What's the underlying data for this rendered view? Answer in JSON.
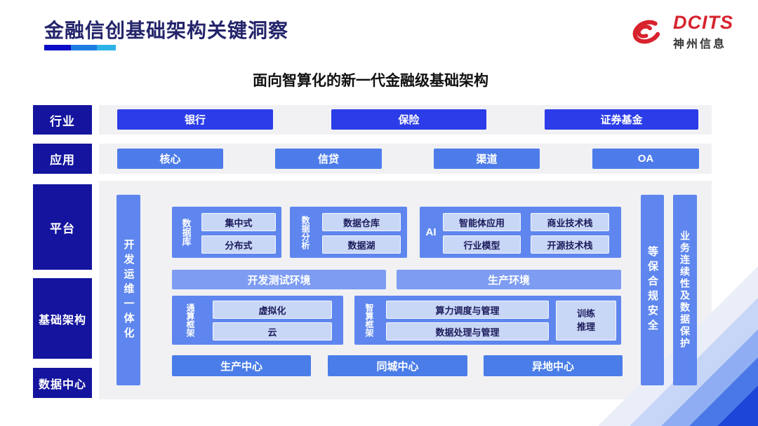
{
  "header": {
    "title": "金融信创基础架构关键洞察",
    "logo": {
      "brand": "DCITS",
      "company": "神州信息"
    }
  },
  "subtitle": "面向智算化的新一代金融级基础架构",
  "rows": {
    "industry": {
      "label": "行业",
      "items": [
        "银行",
        "保险",
        "证券基金"
      ]
    },
    "application": {
      "label": "应用",
      "items": [
        "核心",
        "信贷",
        "渠道",
        "OA"
      ]
    },
    "platform_label": "平台",
    "infrastructure_label": "基础架构",
    "datacenter_label": "数据中心"
  },
  "pillars": {
    "devops": "开发运维一体化",
    "compliance": "等保合规安全",
    "continuity": "业务连续性及数据保护"
  },
  "platform": {
    "database": {
      "label": "数据库",
      "items": [
        "集中式",
        "分布式"
      ]
    },
    "analytics": {
      "label": "数据分析",
      "items": [
        "数据仓库",
        "数据湖"
      ]
    },
    "ai": {
      "label": "AI",
      "items": [
        "智能体应用",
        "商业技术栈",
        "行业模型",
        "开源技术栈"
      ]
    },
    "environments": [
      "开发测试环境",
      "生产环境"
    ]
  },
  "infrastructure": {
    "general": {
      "label": "通算框架",
      "items": [
        "虚拟化",
        "云"
      ]
    },
    "intelligent": {
      "label": "智算框架",
      "items": [
        "算力调度与管理",
        "数据处理与管理"
      ],
      "side": "训练推理"
    }
  },
  "datacenters": [
    "生产中心",
    "同城中心",
    "异地中心"
  ],
  "colors": {
    "label_navy": "#14149e",
    "industry_blue": "#2b3ce8",
    "application_blue": "#4d7cea",
    "pillar_blue": "#5e86ee",
    "env_blue": "#7d9cf2",
    "chip_light": "#c9d7f7",
    "datacenter_blue": "#4a7de8",
    "brand_red": "#d7232e",
    "title_navy": "#24246b",
    "panel_gray": "#f1f1f4"
  }
}
